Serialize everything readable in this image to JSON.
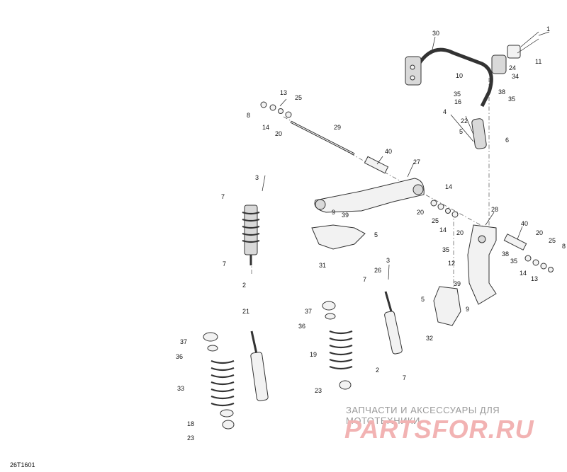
{
  "diagram_id": "26T1601",
  "watermark": {
    "tagline": "ЗАПЧАСТИ И АКСЕССУАРЫ ДЛЯ МОТОТЕХНИКИ",
    "logo": "PARTSFOR.RU"
  },
  "callouts": [
    "1",
    "2",
    "3",
    "4",
    "5",
    "6",
    "7",
    "8",
    "9",
    "10",
    "11",
    "12",
    "13",
    "14",
    "16",
    "18",
    "19",
    "20",
    "21",
    "22",
    "23",
    "24",
    "25",
    "26",
    "27",
    "28",
    "29",
    "30",
    "31",
    "32",
    "33",
    "34",
    "35",
    "36",
    "37",
    "38",
    "39",
    "40"
  ],
  "colors": {
    "line": "#333333",
    "watermark_logo": "#f2b3b3",
    "watermark_text": "#9a9a9a"
  }
}
